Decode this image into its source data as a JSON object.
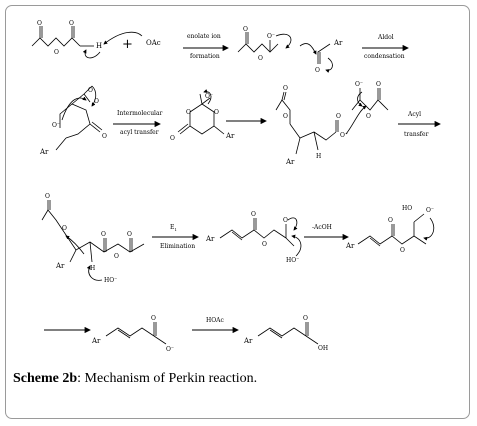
{
  "caption": {
    "label": "Scheme 2b",
    "text": ": Mechanism of Perkin reaction."
  },
  "step_labels": {
    "row1": [
      "enolate ion",
      "formation",
      "Aldol",
      "condensation"
    ],
    "row2": [
      "Intermolecular",
      "acyl transfer",
      "Acyl",
      "transfer"
    ],
    "row3": [
      "E",
      "Elimination",
      "-AcOH"
    ],
    "row4": [
      "HOAc"
    ]
  },
  "atom_labels": {
    "H": "H",
    "OAc": "OAc",
    "plus": "+",
    "Ar": "Ar",
    "O": "O",
    "O_minus": "O⁻",
    "HO": "HO",
    "HO_minus": "HO⁻",
    "OH": "OH",
    "E_sub": "1"
  },
  "colors": {
    "ink": "#000000",
    "frame": "#9a9a9a"
  }
}
